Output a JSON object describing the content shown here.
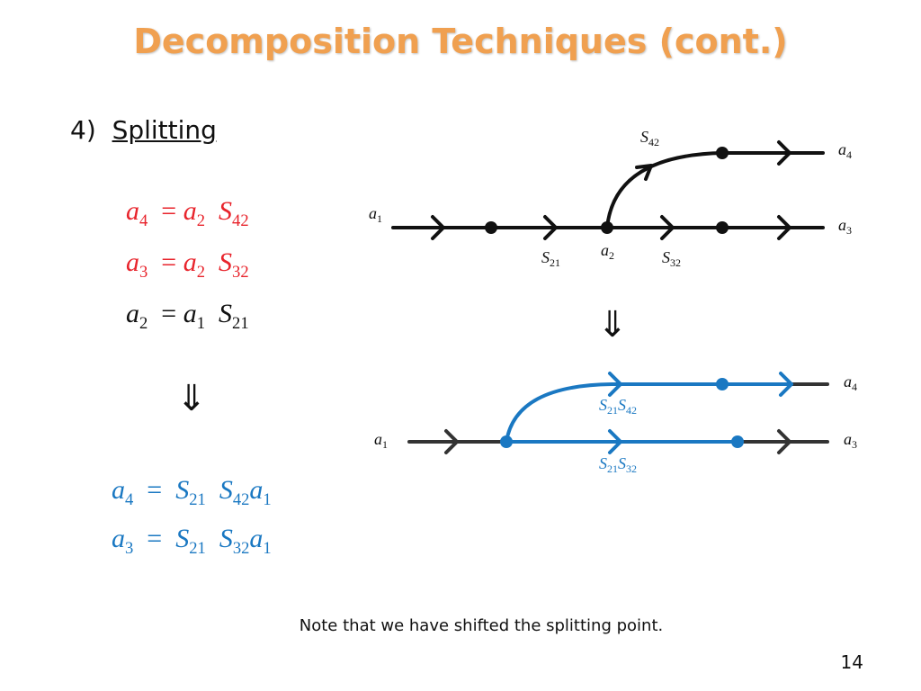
{
  "title": "Decomposition Techniques (cont.)",
  "section": {
    "number": "4)",
    "name": "Splitting"
  },
  "equations": [
    {
      "lhs": "a",
      "lhs_sub": "4",
      "rhs": [
        [
          "a",
          "2"
        ],
        [
          "S",
          "42"
        ]
      ],
      "color": "#e8242c"
    },
    {
      "lhs": "a",
      "lhs_sub": "3",
      "rhs": [
        [
          "a",
          "2"
        ],
        [
          "S",
          "32"
        ]
      ],
      "color": "#e8242c"
    },
    {
      "lhs": "a",
      "lhs_sub": "2",
      "rhs": [
        [
          "a",
          "1"
        ],
        [
          "S",
          "21"
        ]
      ],
      "color": "#111111"
    }
  ],
  "implies": "⇓",
  "results": [
    {
      "lhs": "a",
      "lhs_sub": "4",
      "rhs": [
        [
          "S",
          "21"
        ],
        [
          "S",
          "42"
        ],
        [
          "a",
          "1"
        ]
      ],
      "color": "#1a78c2"
    },
    {
      "lhs": "a",
      "lhs_sub": "3",
      "rhs": [
        [
          "S",
          "21"
        ],
        [
          "S",
          "32"
        ],
        [
          "a",
          "1"
        ]
      ],
      "color": "#1a78c2"
    }
  ],
  "diagram_top": {
    "labels": {
      "a1": [
        "a",
        "1"
      ],
      "a2": [
        "a",
        "2"
      ],
      "a3": [
        "a",
        "3"
      ],
      "a4": [
        "a",
        "4"
      ],
      "s21": [
        "S",
        "21"
      ],
      "s32": [
        "S",
        "32"
      ],
      "s42": [
        "S",
        "42"
      ]
    }
  },
  "diagram_bottom": {
    "labels": {
      "a1": [
        "a",
        "1"
      ],
      "a3": [
        "a",
        "3"
      ],
      "a4": [
        "a",
        "4"
      ],
      "upper_gain": [
        [
          "S",
          "21"
        ],
        [
          "S",
          "42"
        ]
      ],
      "lower_gain": [
        [
          "S",
          "21"
        ],
        [
          "S",
          "32"
        ]
      ]
    }
  },
  "colors": {
    "title": "#f0a050",
    "red": "#e8242c",
    "blue": "#1a78c2",
    "line": "#111111",
    "grey_line": "#333333"
  },
  "note": "Note that we have shifted the splitting point.",
  "page_number": "14"
}
